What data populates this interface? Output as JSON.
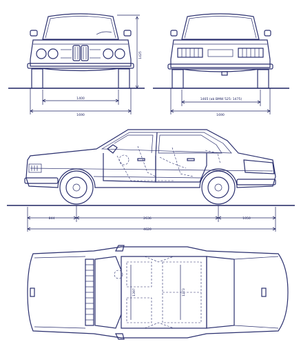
{
  "dimensions": {
    "front_track": "1400",
    "front_width": "1690",
    "rear_track": "1465 (ab BMW 525: 1475)",
    "rear_width": "1690",
    "height": "1425",
    "front_overhang": "844",
    "wheelbase": "2636",
    "rear_overhang": "1050",
    "overall_length": "4620",
    "interior_front": "1397",
    "interior_length": "1273"
  }
}
